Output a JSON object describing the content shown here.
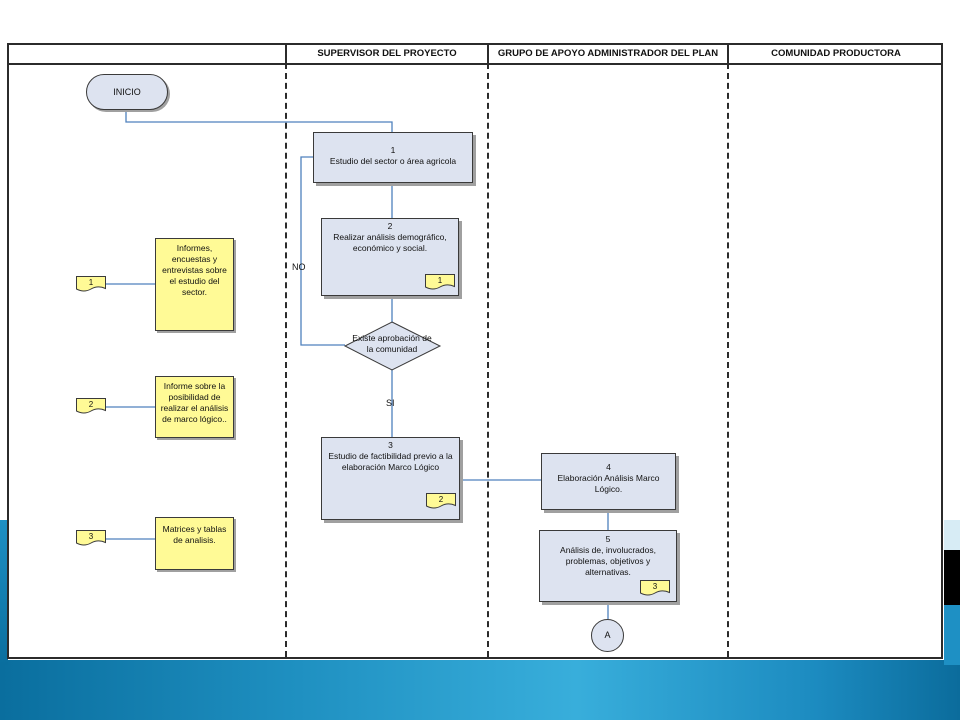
{
  "headers": {
    "lane1": "",
    "lane2": "SUPERVISOR DEL PROYECTO",
    "lane3": "GRUPO DE APOYO ADMINISTRADOR DEL PLAN",
    "lane4": "COMUNIDAD PRODUCTORA"
  },
  "start": "INICIO",
  "steps": {
    "s1_num": "1",
    "s1_text": "Estudio del sector o área agricola",
    "s2_num": "2",
    "s2_text": "Realizar análisis demográfico, económico y social.",
    "decision": "Existe aprobación de la comunidad",
    "s3_num": "3",
    "s3_text": "Estudio de factibilidad previo a la elaboración Marco Lógico",
    "s4_num": "4",
    "s4_text": "Elaboración Análisis Marco Lógico.",
    "s5_num": "5",
    "s5_text": "Análisis de, involucrados, problemas, objetivos y alternativas."
  },
  "labels": {
    "no": "NO",
    "si": "SI"
  },
  "connector": "A",
  "notes": {
    "n1": "Informes, encuestas y entrevistas sobre el estudio del sector.",
    "n2": "Informe sobre la posibilidad de realizar el análisis de marco lógico..",
    "n3": "Matrices y tablas de analisis."
  },
  "docs": {
    "d1": "1",
    "d2": "2",
    "d3": "3"
  },
  "colors": {
    "process_fill": "#dde3f0",
    "note_fill": "#fffa96",
    "line": "#4f81bd"
  }
}
